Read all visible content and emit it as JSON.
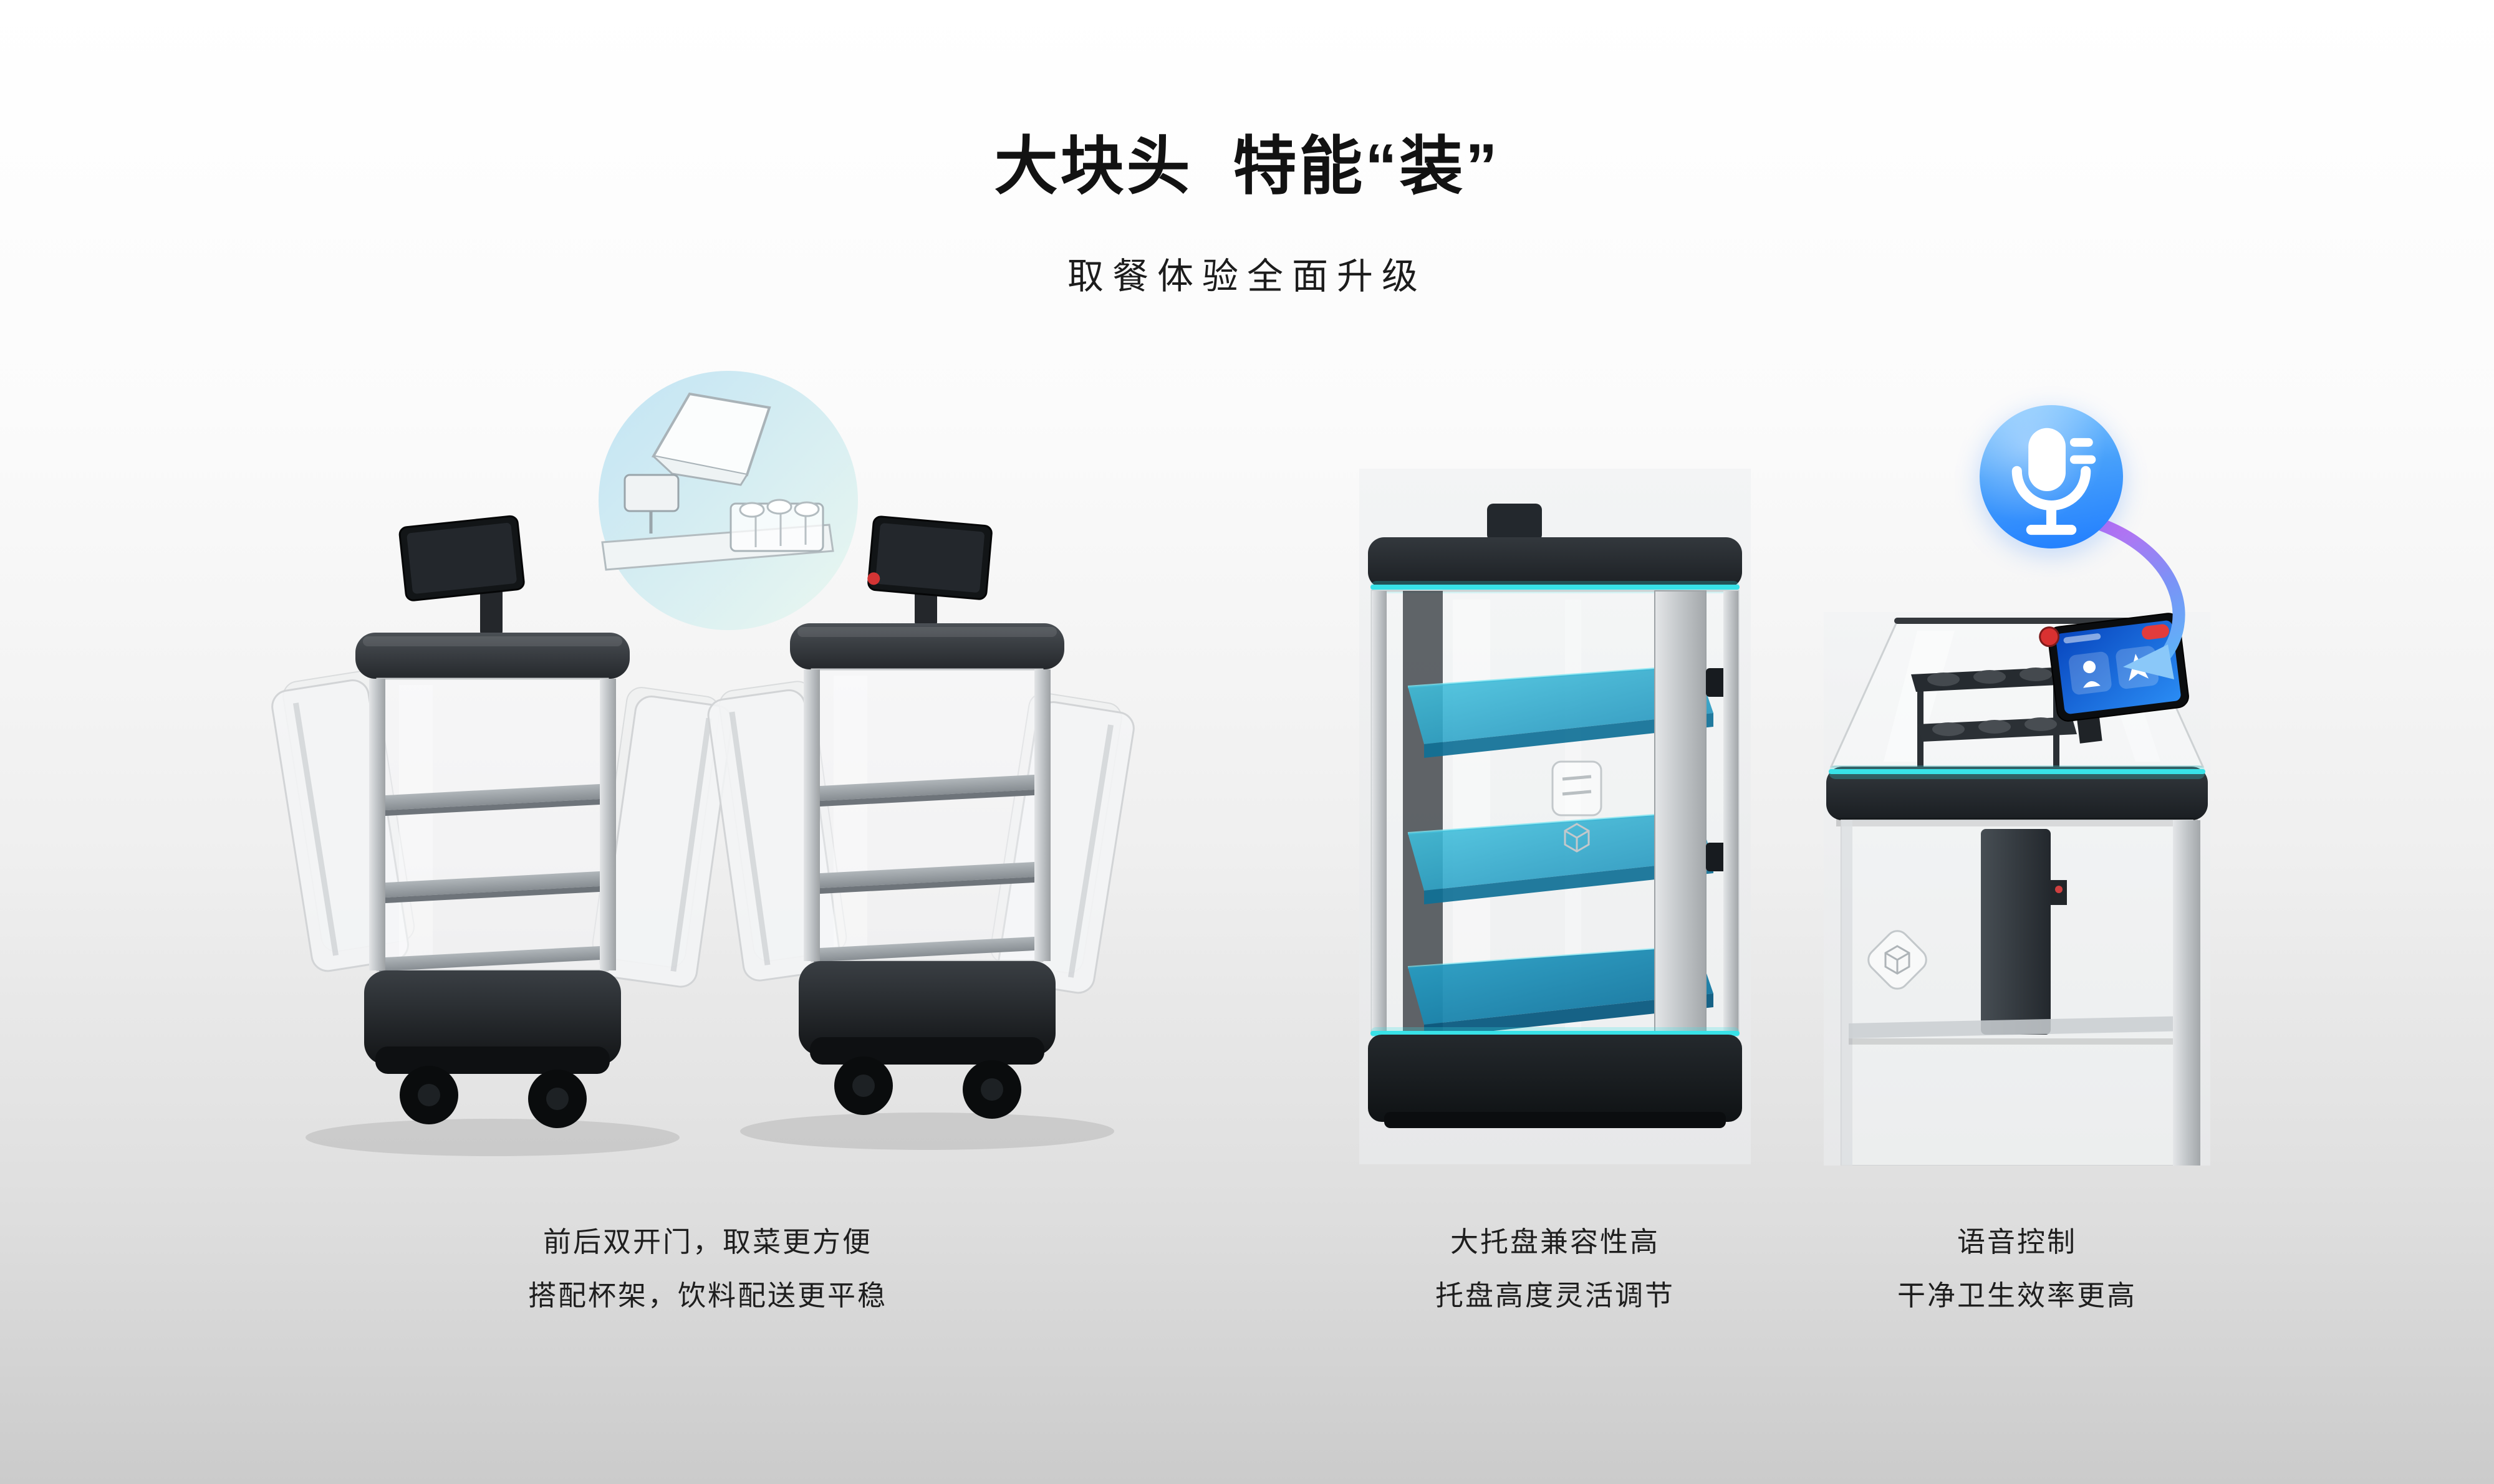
{
  "header": {
    "title": "大块头  特能“装”",
    "subtitle": "取餐体验全面升级"
  },
  "features": [
    {
      "captions": [
        "前后双开门，取菜更方便",
        "搭配杯架，饮料配送更平稳"
      ]
    },
    {
      "captions": [
        "大托盘兼容性高",
        "托盘高度灵活调节"
      ]
    },
    {
      "captions": [
        "语音控制",
        "干净卫生效率更高"
      ]
    }
  ],
  "icons": {
    "microphone": "white microphone glyph in blue gradient circle",
    "voice_arrow": "curved purple-to-blue arrow pointing at robot screen"
  },
  "colors": {
    "accent_cyan": "#38E2E8",
    "tray_teal": "#1E9EC6",
    "mic_blue": "#1F7DFF",
    "arrow_purple": "#C06DF2",
    "arrow_blue": "#5FB2F8",
    "background_top": "#FFFFFF",
    "background_bottom": "#CBCBCB",
    "text": "#1A1A1A"
  }
}
